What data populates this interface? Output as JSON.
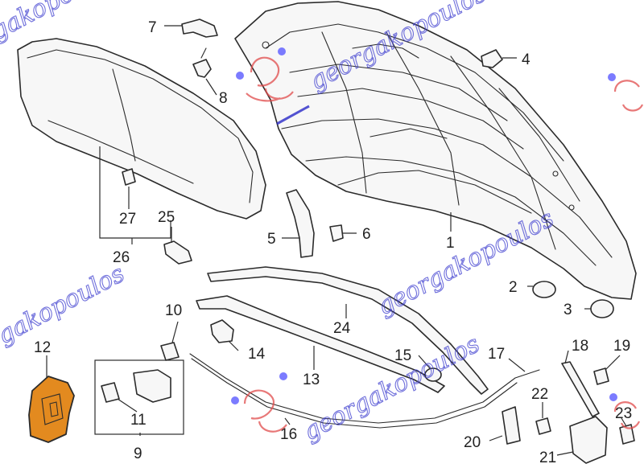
{
  "colors": {
    "line": "#2b2b2b",
    "highlight_part": "#e38a1f",
    "watermark_text": "#3f3fd0",
    "watermark_logo": "#e04b4b"
  },
  "callouts": {
    "c1": "1",
    "c2": "2",
    "c3": "3",
    "c4": "4",
    "c5": "5",
    "c6": "6",
    "c7": "7",
    "c8": "8",
    "c9": "9",
    "c10": "10",
    "c11": "11",
    "c12": "12",
    "c13": "13",
    "c14": "14",
    "c15": "15",
    "c16": "16",
    "c17": "17",
    "c18": "18",
    "c19": "19",
    "c20": "20",
    "c21": "21",
    "c22": "22",
    "c23": "23",
    "c24": "24",
    "c25": "25",
    "c26": "26",
    "c27": "27"
  },
  "watermark": {
    "text_top": "georgakopoulos",
    "text_mid": "gakopoulos",
    "text_right": "georgakopoulos",
    "text_left": "gakopoulos",
    "text_bottom": "georgakopoulos",
    "text_corner": "georgakopoulos"
  },
  "highlighted_part": "12"
}
